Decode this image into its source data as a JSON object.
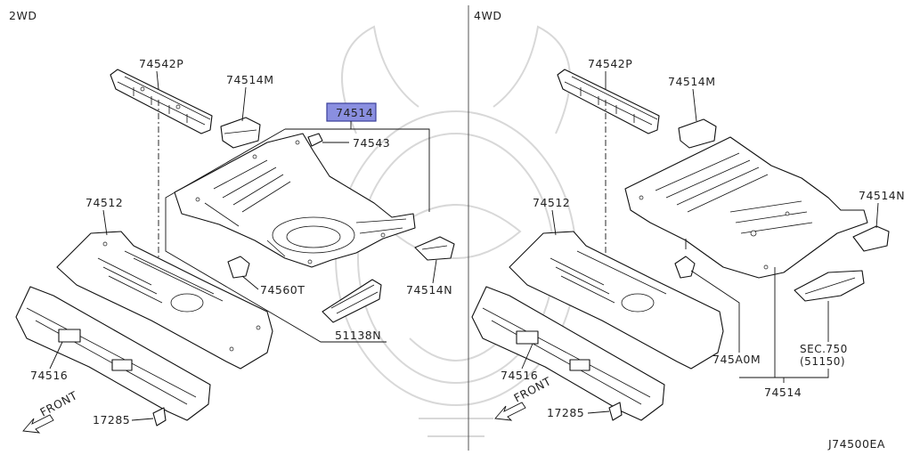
{
  "sections": {
    "left_title": "2WD",
    "right_title": "4WD"
  },
  "labels_2wd": {
    "p74542p": "74542P",
    "p74514m": "74514M",
    "p74514_highlight": "74514",
    "p74543": "74543",
    "p74512": "74512",
    "p74560t": "74560T",
    "p74514n": "74514N",
    "p51138n": "51138N",
    "p74516": "74516",
    "p17285": "17285",
    "front": "FRONT"
  },
  "labels_4wd": {
    "p74542p": "74542P",
    "p74514m": "74514M",
    "p74512": "74512",
    "p74514n": "74514N",
    "p745a0m": "745A0M",
    "sec750": "SEC.750",
    "sec750_sub": "(51150)",
    "p74514": "74514",
    "p74516": "74516",
    "p17285": "17285",
    "front": "FRONT"
  },
  "diagram_code": "J74500EA",
  "colors": {
    "highlight_fill": "#8a8fe0",
    "highlight_border": "#3a3f9a",
    "line": "#111111",
    "divider": "#555555",
    "watermark": "#d8d8d8"
  }
}
